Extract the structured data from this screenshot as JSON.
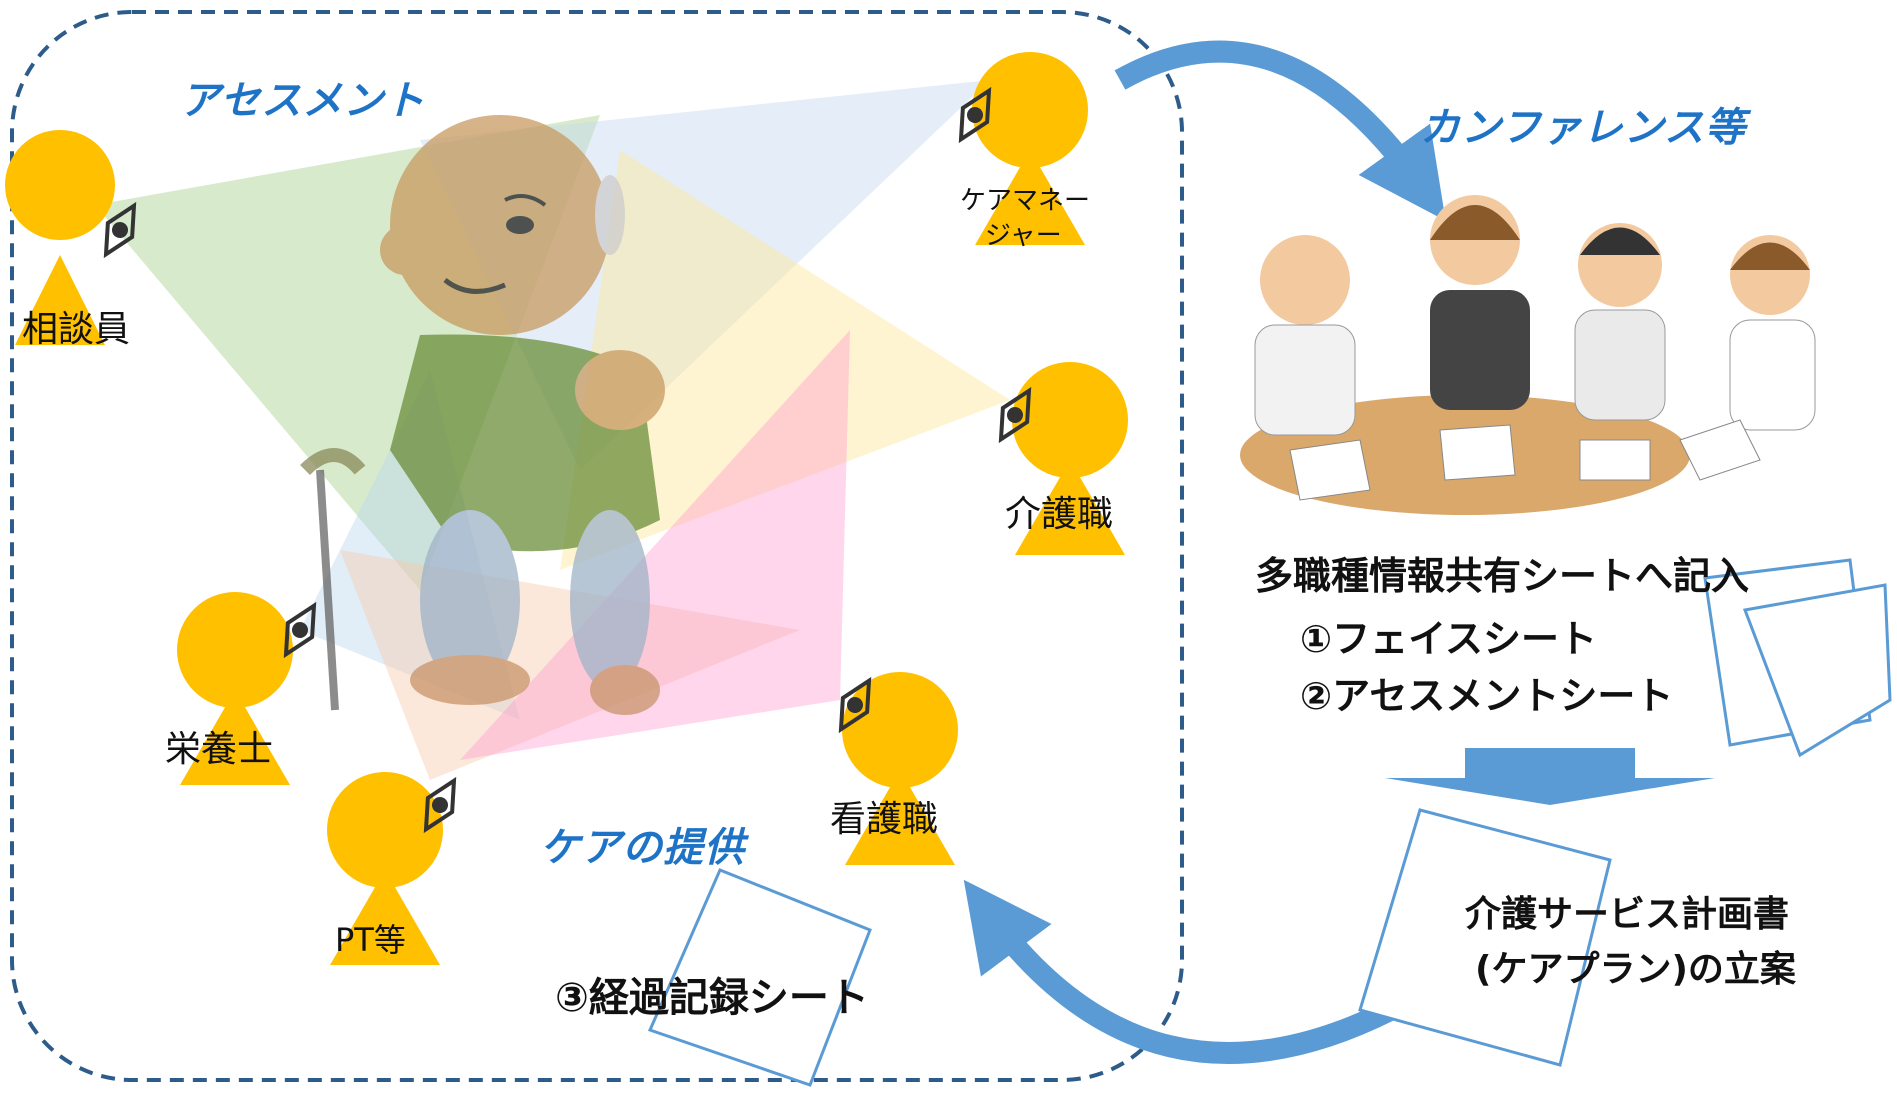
{
  "labels": {
    "assessment": "アセスメント",
    "conference": "カンファレンス等",
    "care_provision": "ケアの提供",
    "sodanin": "相談員",
    "caremanager_line1": "ケアマネー",
    "caremanager_line2": "ジャー",
    "kaigo": "介護職",
    "eiyoushi": "栄養士",
    "pt": "PT等",
    "kango": "看護職"
  },
  "sheets": {
    "heading": "多職種情報共有シートへ記入",
    "item1": "①フェイスシート",
    "item2": "②アセスメントシート",
    "progress": "③経過記録シート"
  },
  "plan": {
    "line1": "介護サービス計画書",
    "line2": "(ケアプラン)の立案"
  },
  "colors": {
    "person": "#FFC000",
    "border": "#2E5C8A",
    "arrow": "#5B9BD5",
    "label_blue": "#1F73C6"
  }
}
